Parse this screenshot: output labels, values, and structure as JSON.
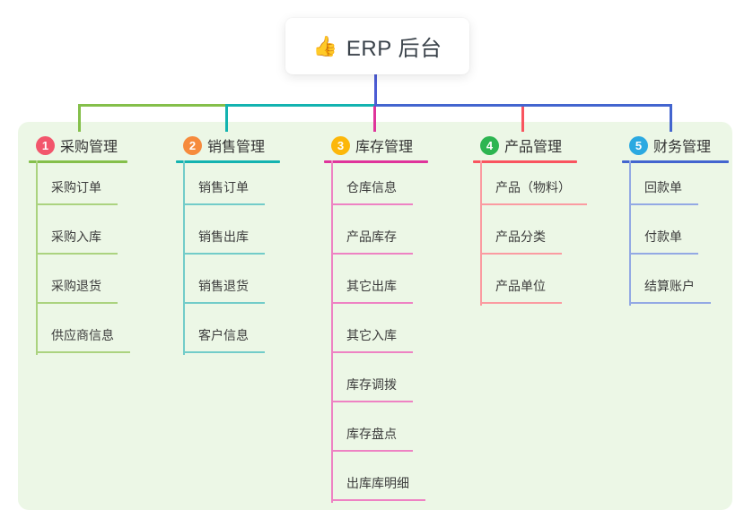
{
  "root": {
    "emoji": "👍",
    "label": "ERP 后台"
  },
  "panel": {
    "background": "#ecf7e6"
  },
  "colors": {
    "root_line": "#4c5cd4",
    "title_text": "#333333",
    "child_text": "#3c3c3c",
    "root_text": "#3a424a"
  },
  "branches": [
    {
      "key": "purchase",
      "number": "1",
      "title": "采购管理",
      "badge_color": "#f2566c",
      "line_color": "#84bf4a",
      "child_line_color": "#abd37f",
      "children": [
        "采购订单",
        "采购入库",
        "采购退货",
        "供应商信息"
      ]
    },
    {
      "key": "sales",
      "number": "2",
      "title": "销售管理",
      "badge_color": "#f68b3d",
      "line_color": "#13b3b0",
      "child_line_color": "#72ccc9",
      "children": [
        "销售订单",
        "销售出库",
        "销售退货",
        "客户信息"
      ]
    },
    {
      "key": "inventory",
      "number": "3",
      "title": "库存管理",
      "badge_color": "#fcb70a",
      "line_color": "#df349b",
      "child_line_color": "#ee82c3",
      "children": [
        "仓库信息",
        "产品库存",
        "其它出库",
        "其它入库",
        "库存调拨",
        "库存盘点",
        "出库库明细"
      ]
    },
    {
      "key": "product",
      "number": "4",
      "title": "产品管理",
      "badge_color": "#2db551",
      "line_color": "#f9545f",
      "child_line_color": "#fb9ba1",
      "children": [
        "产品（物料）",
        "产品分类",
        "产品单位"
      ]
    },
    {
      "key": "finance",
      "number": "5",
      "title": "财务管理",
      "badge_color": "#2ba9e1",
      "line_color": "#4365cf",
      "child_line_color": "#93a9e4",
      "children": [
        "回款单",
        "付款单",
        "结算账户"
      ]
    }
  ]
}
